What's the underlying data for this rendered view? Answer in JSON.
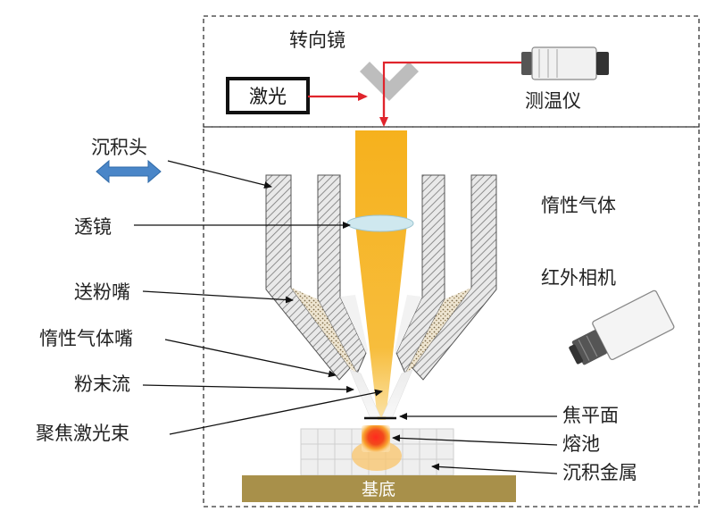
{
  "labels": {
    "mirror": "转向镜",
    "laser": "激光",
    "thermometer": "测温仪",
    "deposition_head": "沉积头",
    "inert_gas": "惰性气体",
    "lens": "透镜",
    "infrared_camera": "红外相机",
    "powder_nozzle": "送粉嘴",
    "inert_gas_nozzle": "惰性气体嘴",
    "powder_stream": "粉末流",
    "focused_beam": "聚焦激光束",
    "focal_plane": "焦平面",
    "melt_pool": "熔池",
    "deposited_metal": "沉积金属",
    "substrate": "基底"
  },
  "colors": {
    "laser_beam": "#f5b323",
    "laser_ray": "#e0242c",
    "lens": "#cfe8ef",
    "arrow": "#4a86c8",
    "melt_pool": "#e8262a",
    "substrate": "#a8904a",
    "hatch": "#8a8a8a",
    "powder": "#b59a6a"
  },
  "icons": {
    "motion_arrow": "double-arrow-icon",
    "thermometer": "pyrometer-icon",
    "camera": "camera-icon"
  }
}
